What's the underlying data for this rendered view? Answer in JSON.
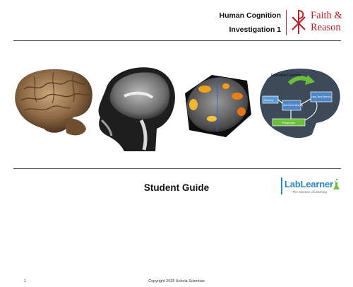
{
  "header": {
    "course": "Human Cognition",
    "investigation": "Investigation 1",
    "brand_line1": "Faith &",
    "brand_line2": "Reason"
  },
  "figure": {
    "diagram_labels": {
      "top": "Executive Function",
      "left": "Sensory",
      "middle": "Short-Term Memory",
      "right": "Long-Term Memory",
      "bottom": "Response"
    }
  },
  "main": {
    "title": "Student Guide"
  },
  "logo": {
    "name": "LabLearner",
    "tagline": "The Science of Learning"
  },
  "footer": {
    "page": "1",
    "copyright": "Copyright 2025 Schola Scientiae"
  },
  "colors": {
    "brand_red": "#b8202a",
    "lab_blue": "#2b86c5",
    "lab_green": "#6cbf3a",
    "rule": "#555555"
  }
}
